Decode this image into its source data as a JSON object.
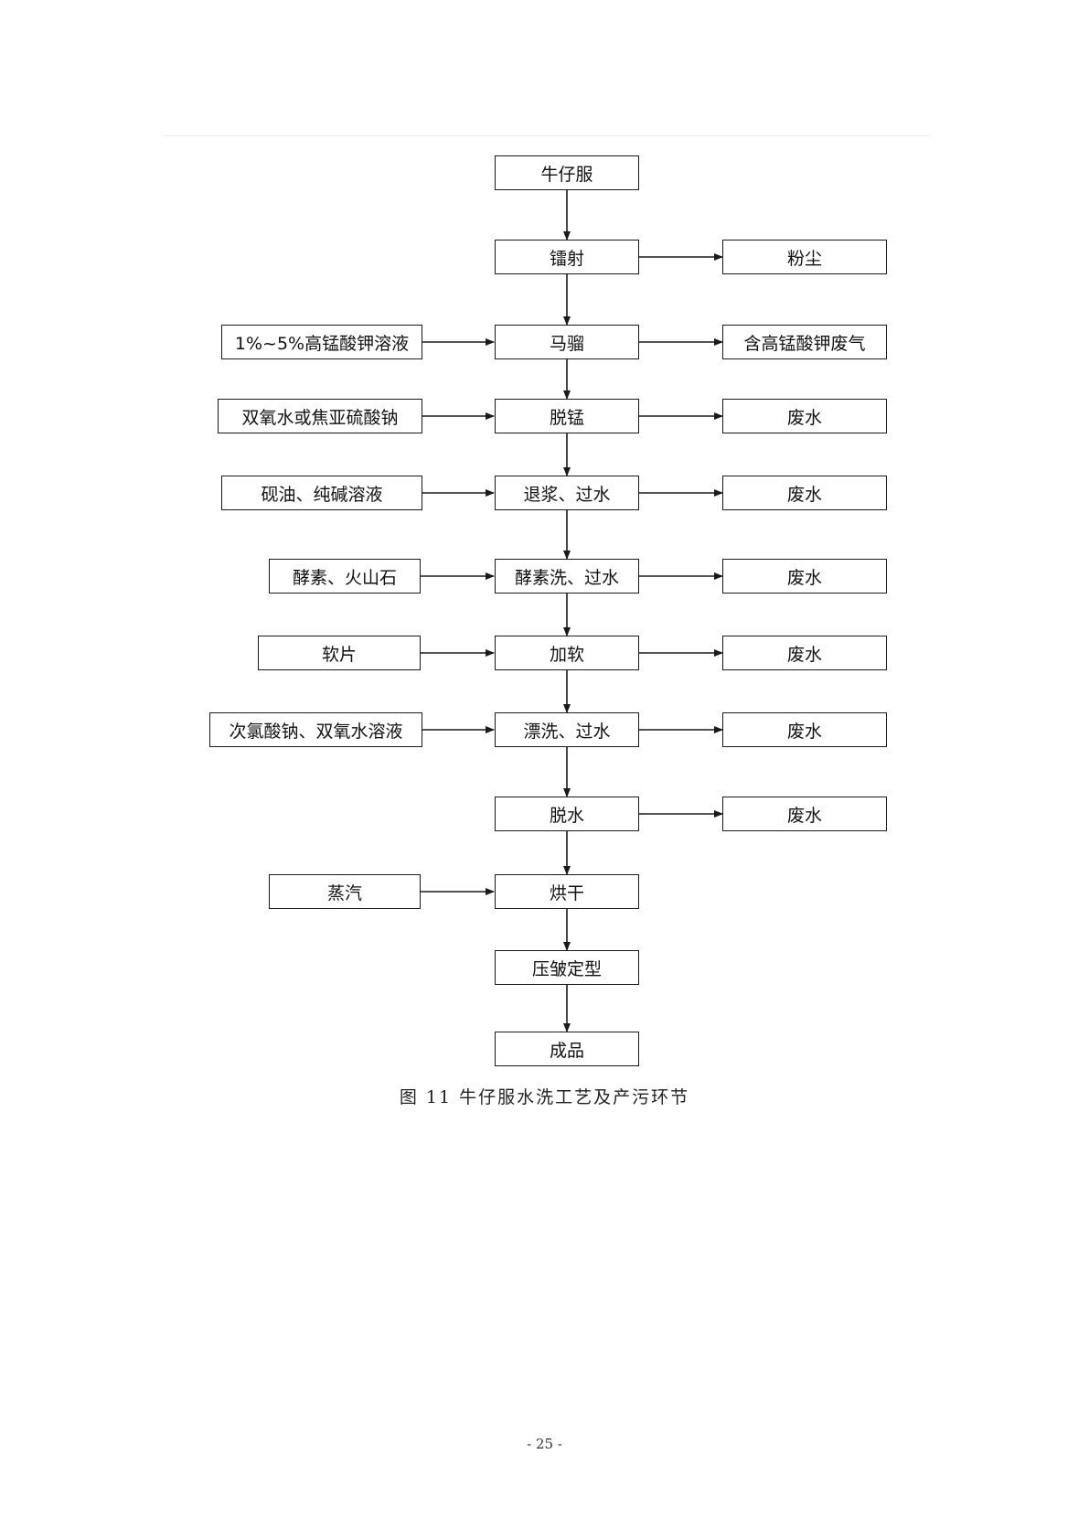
{
  "flowchart": {
    "main": [
      "牛仔服",
      "镭射",
      "马骝",
      "脱锰",
      "退浆、过水",
      "酵素洗、过水",
      "加软",
      "漂洗、过水",
      "脱水",
      "烘干",
      "压皱定型",
      "成品"
    ],
    "inputs": {
      "mabiao": "1%~5%高锰酸钾溶液",
      "tuomeng": "双氧水或焦亚硫酸钠",
      "tuijiang": "砚油、纯碱溶液",
      "jiaosu": "酵素、火山石",
      "jiaruan": "软片",
      "piaoxi": "次氯酸钠、双氧水溶液",
      "honggan": "蒸汽"
    },
    "outputs": {
      "leishe": "粉尘",
      "mabiao": "含高锰酸钾废气",
      "tuomeng": "废水",
      "tuijiang": "废水",
      "jiaosu": "废水",
      "jiaruan": "废水",
      "piaoxi": "废水",
      "tuoshui": "废水"
    }
  },
  "caption": "图 11 牛仔服水洗工艺及产污环节",
  "page_number": "- 25 -"
}
